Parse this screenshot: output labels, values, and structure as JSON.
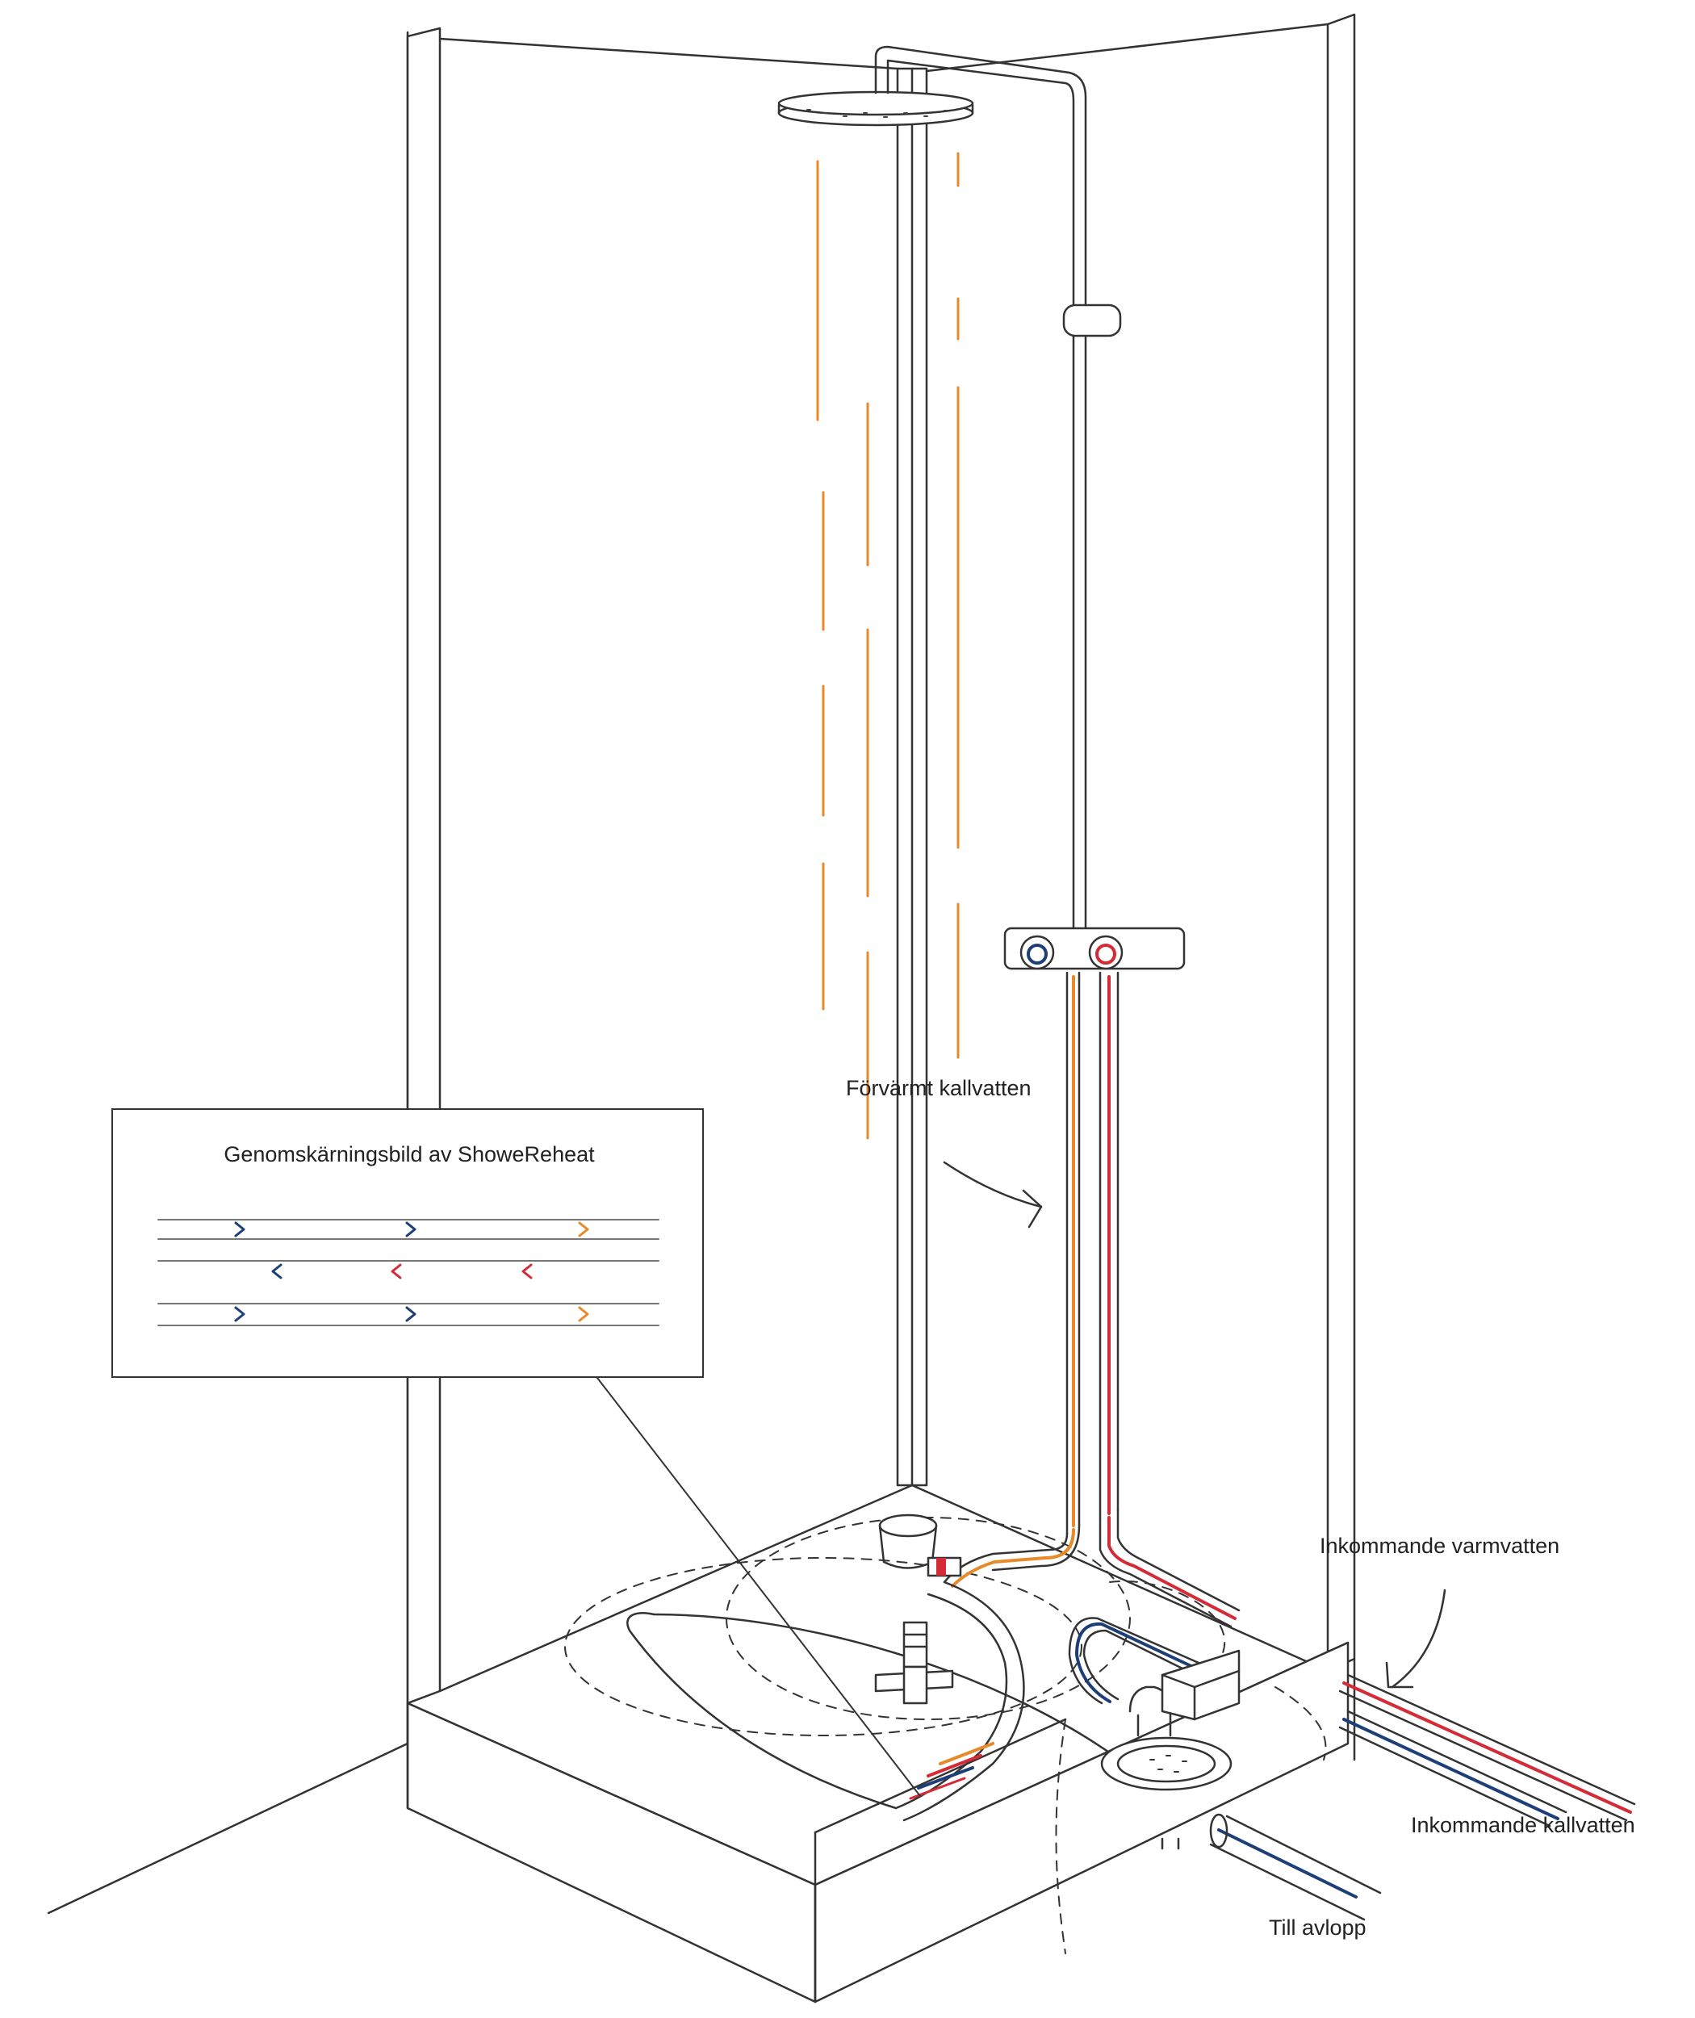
{
  "labels": {
    "preheated_cold": "Förvärmt kallvatten",
    "incoming_hot": "Inkommande varmvatten",
    "incoming_cold": "Inkommande kallvatten",
    "to_drain": "Till avlopp"
  },
  "inset": {
    "title": "Genomskärningsbild av ShoweReheat"
  },
  "colors": {
    "line": "#333333",
    "cold": "#1d3f78",
    "hot": "#d42b36",
    "preheated": "#e88a2a",
    "mixed": "#8a3f72"
  }
}
